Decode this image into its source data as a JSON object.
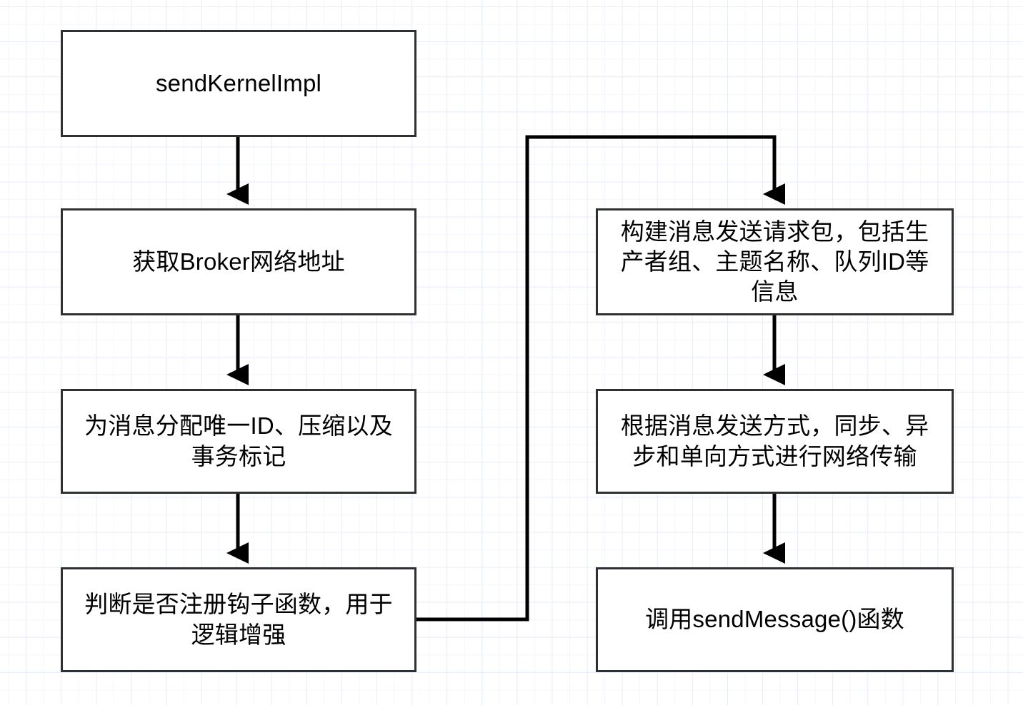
{
  "diagram": {
    "title": "sendKernelImpl flow",
    "background": {
      "grid_major_color": "#e9ecfb",
      "grid_minor_color": "#f4f6fe",
      "page_color": "#ffffff"
    },
    "style": {
      "node_border_color": "#2e3033",
      "node_fill_color": "#ffffff",
      "edge_color": "#000000",
      "text_color": "#000000"
    },
    "nodes": [
      {
        "id": "send-kernel-impl",
        "label": "sendKernelImpl",
        "column": "left",
        "order": 1
      },
      {
        "id": "get-broker-addr",
        "label": "获取Broker网络地址",
        "column": "left",
        "order": 2
      },
      {
        "id": "assign-msg-id",
        "label": "为消息分配唯一ID、压缩以及\n事务标记",
        "column": "left",
        "order": 3
      },
      {
        "id": "check-hook",
        "label": "判断是否注册钩子函数，用于\n逻辑增强",
        "column": "left",
        "order": 4
      },
      {
        "id": "build-request",
        "label": "构建消息发送请求包，包括生\n产者组、主题名称、队列ID等\n信息",
        "column": "right",
        "order": 5
      },
      {
        "id": "network-transfer",
        "label": "根据消息发送方式，同步、异\n步和单向方式进行网络传输",
        "column": "right",
        "order": 6
      },
      {
        "id": "send-message",
        "label": "调用sendMessage()函数",
        "column": "right",
        "order": 7
      }
    ],
    "edges": [
      {
        "id": "edge-1",
        "from": "send-kernel-impl",
        "to": "get-broker-addr",
        "arrow": true
      },
      {
        "id": "edge-2",
        "from": "get-broker-addr",
        "to": "assign-msg-id",
        "arrow": true
      },
      {
        "id": "edge-3",
        "from": "assign-msg-id",
        "to": "check-hook",
        "arrow": true
      },
      {
        "id": "edge-4",
        "from": "check-hook",
        "to": "build-request",
        "arrow": true
      },
      {
        "id": "edge-5",
        "from": "build-request",
        "to": "network-transfer",
        "arrow": true
      },
      {
        "id": "edge-6",
        "from": "network-transfer",
        "to": "send-message",
        "arrow": true
      }
    ]
  }
}
